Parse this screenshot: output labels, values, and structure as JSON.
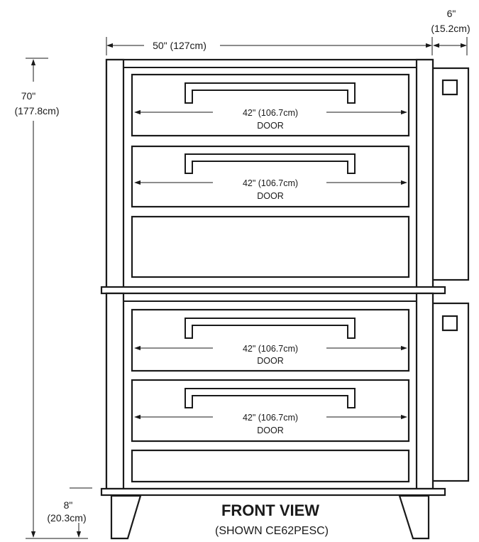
{
  "dimensions": {
    "width": "50\" (127cm)",
    "height_in": "70\"",
    "height_cm": "(177.8cm)",
    "control_depth_in": "6\"",
    "control_depth_cm": "(15.2cm)",
    "leg_height_in": "8\"",
    "leg_height_cm": "(20.3cm)"
  },
  "doors": [
    {
      "width": "42\" (106.7cm)",
      "label": "DOOR"
    },
    {
      "width": "42\" (106.7cm)",
      "label": "DOOR"
    },
    {
      "width": "42\" (106.7cm)",
      "label": "DOOR"
    },
    {
      "width": "42\" (106.7cm)",
      "label": "DOOR"
    }
  ],
  "caption": {
    "title": "FRONT VIEW",
    "subtitle": "(SHOWN CE62PESC)"
  }
}
